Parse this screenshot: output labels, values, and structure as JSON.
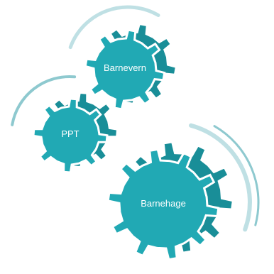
{
  "colors": {
    "gear_fill": "#21a9b4",
    "gear_side": "#198e98",
    "arc": "#bfe0e4",
    "arc_dark": "#8ec9cf",
    "background": "#ffffff"
  },
  "gears": [
    {
      "id": "barnevern",
      "label": "Barnevern",
      "teeth": 8
    },
    {
      "id": "ppt",
      "label": "PPT",
      "teeth": 8
    },
    {
      "id": "barnehage",
      "label": "Barnehage",
      "teeth": 10
    }
  ]
}
